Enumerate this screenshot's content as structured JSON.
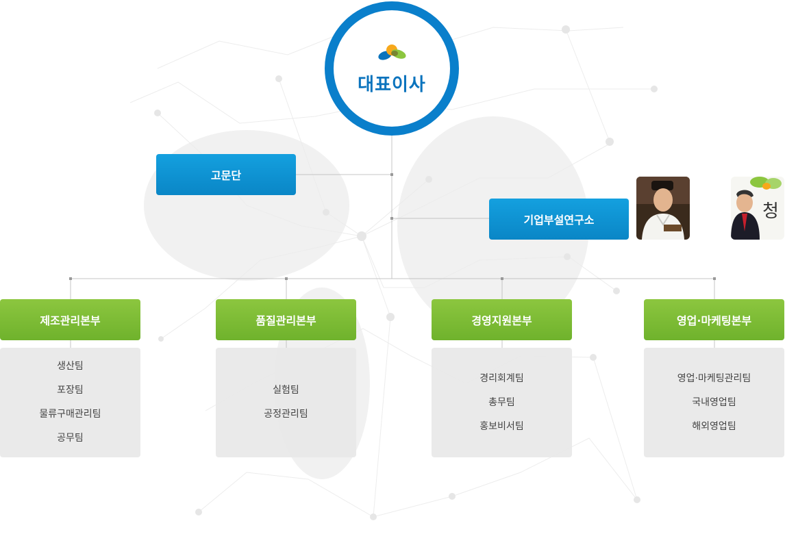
{
  "ceo": {
    "label": "대표이사"
  },
  "advisory": {
    "label": "고문단"
  },
  "lab": {
    "label": "기업부설연구소"
  },
  "photos": [
    {
      "icon": "chef-portrait-photo"
    },
    {
      "icon": "executive-portrait-photo",
      "overlay_text": "청"
    }
  ],
  "divisions": [
    {
      "label": "제조관리본부",
      "teams": [
        "생산팀",
        "포장팀",
        "물류구매관리팀",
        "공무팀"
      ]
    },
    {
      "label": "품질관리본부",
      "teams": [
        "실험팀",
        "공정관리팀"
      ]
    },
    {
      "label": "경영지원본부",
      "teams": [
        "경리회계팀",
        "총무팀",
        "홍보비서팀"
      ]
    },
    {
      "label": "영업·마케팅본부",
      "teams": [
        "영업·마케팅관리팀",
        "국내영업팀",
        "해외영업팀"
      ]
    }
  ],
  "colors": {
    "ceo_ring": "#0a7fcb",
    "blue_box": "#0a8fd0",
    "green_box": "#7cbc35",
    "team_box": "#e8e8e8",
    "connector": "#bbbbbb"
  }
}
